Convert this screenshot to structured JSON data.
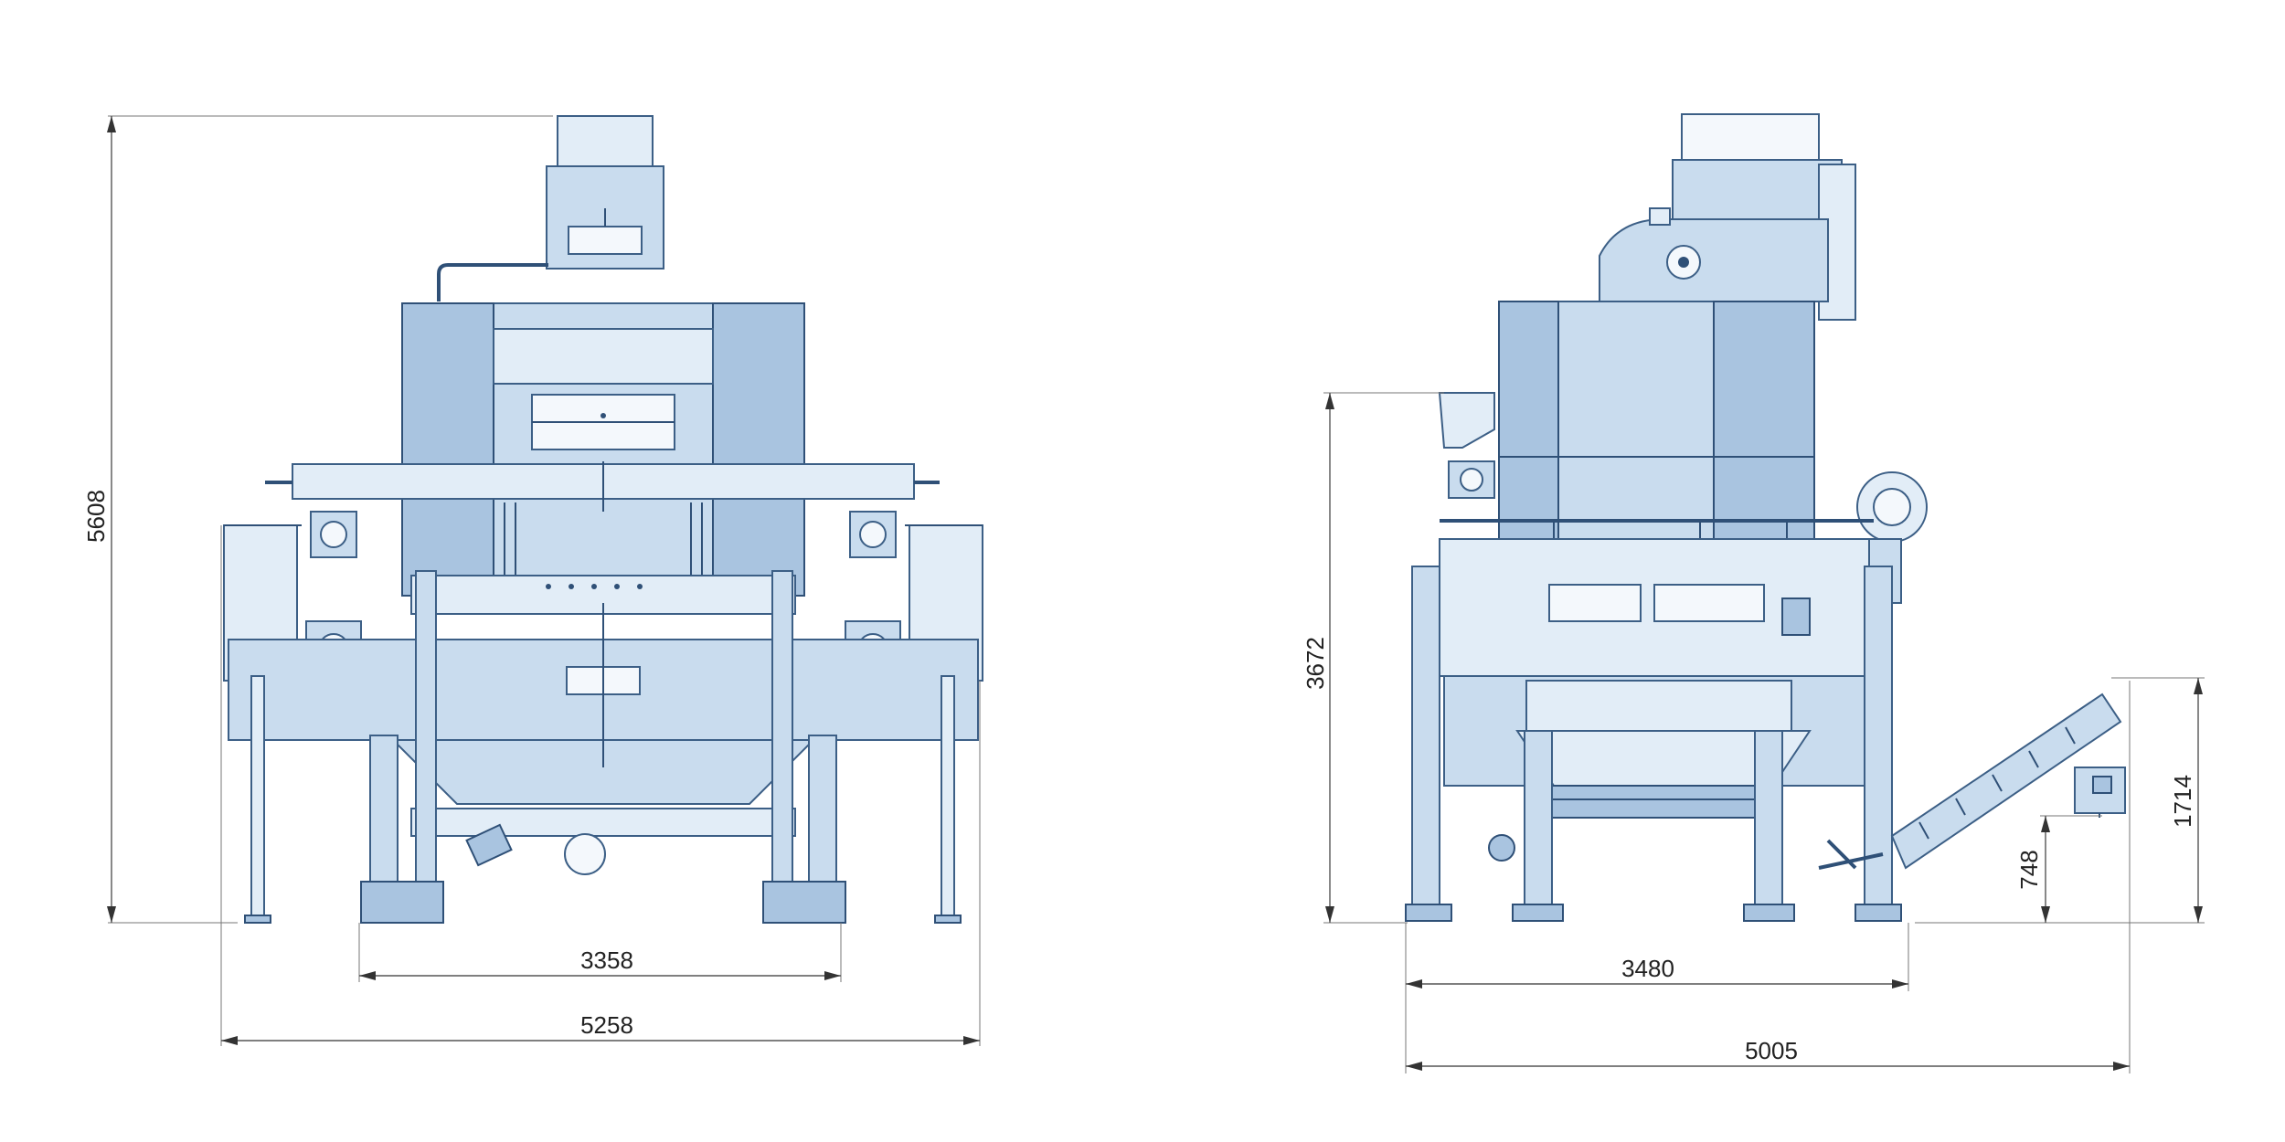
{
  "diagram": {
    "front_view": {
      "height_dim": "5608",
      "inner_width_dim": "3358",
      "outer_width_dim": "5258"
    },
    "side_view": {
      "height_dim": "3672",
      "inner_width_dim": "3480",
      "outer_width_dim": "5005",
      "conveyor_high_dim": "1714",
      "conveyor_low_dim": "748"
    },
    "colors": {
      "machine_fill": "#c9dcee",
      "machine_stroke": "#3c5f86",
      "dimension_line": "#555555"
    }
  }
}
